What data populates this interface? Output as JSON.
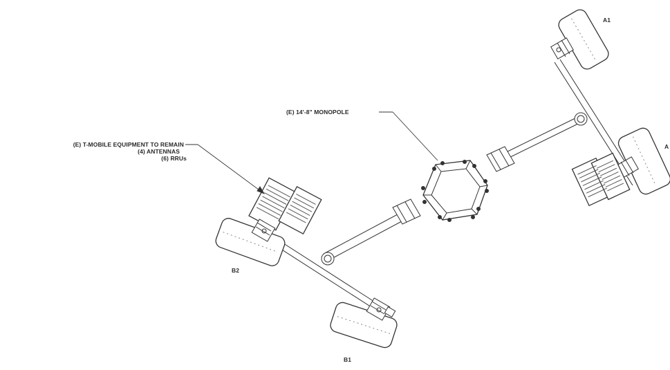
{
  "labels": {
    "monopole": "(E) 14'-8\" MONOPOLE",
    "equipment_line1": "(E) T-MOBILE EQUIPMENT TO REMAIN",
    "equipment_line2": "(4) ANTENNAS",
    "equipment_line3": "(6) RRUs",
    "sector_a1": "A1",
    "sector_a2": "A",
    "sector_b1": "B1",
    "sector_b2": "B2"
  },
  "colors": {
    "line": "#333333",
    "fill": "#ffffff",
    "text": "#2a2a2a"
  }
}
